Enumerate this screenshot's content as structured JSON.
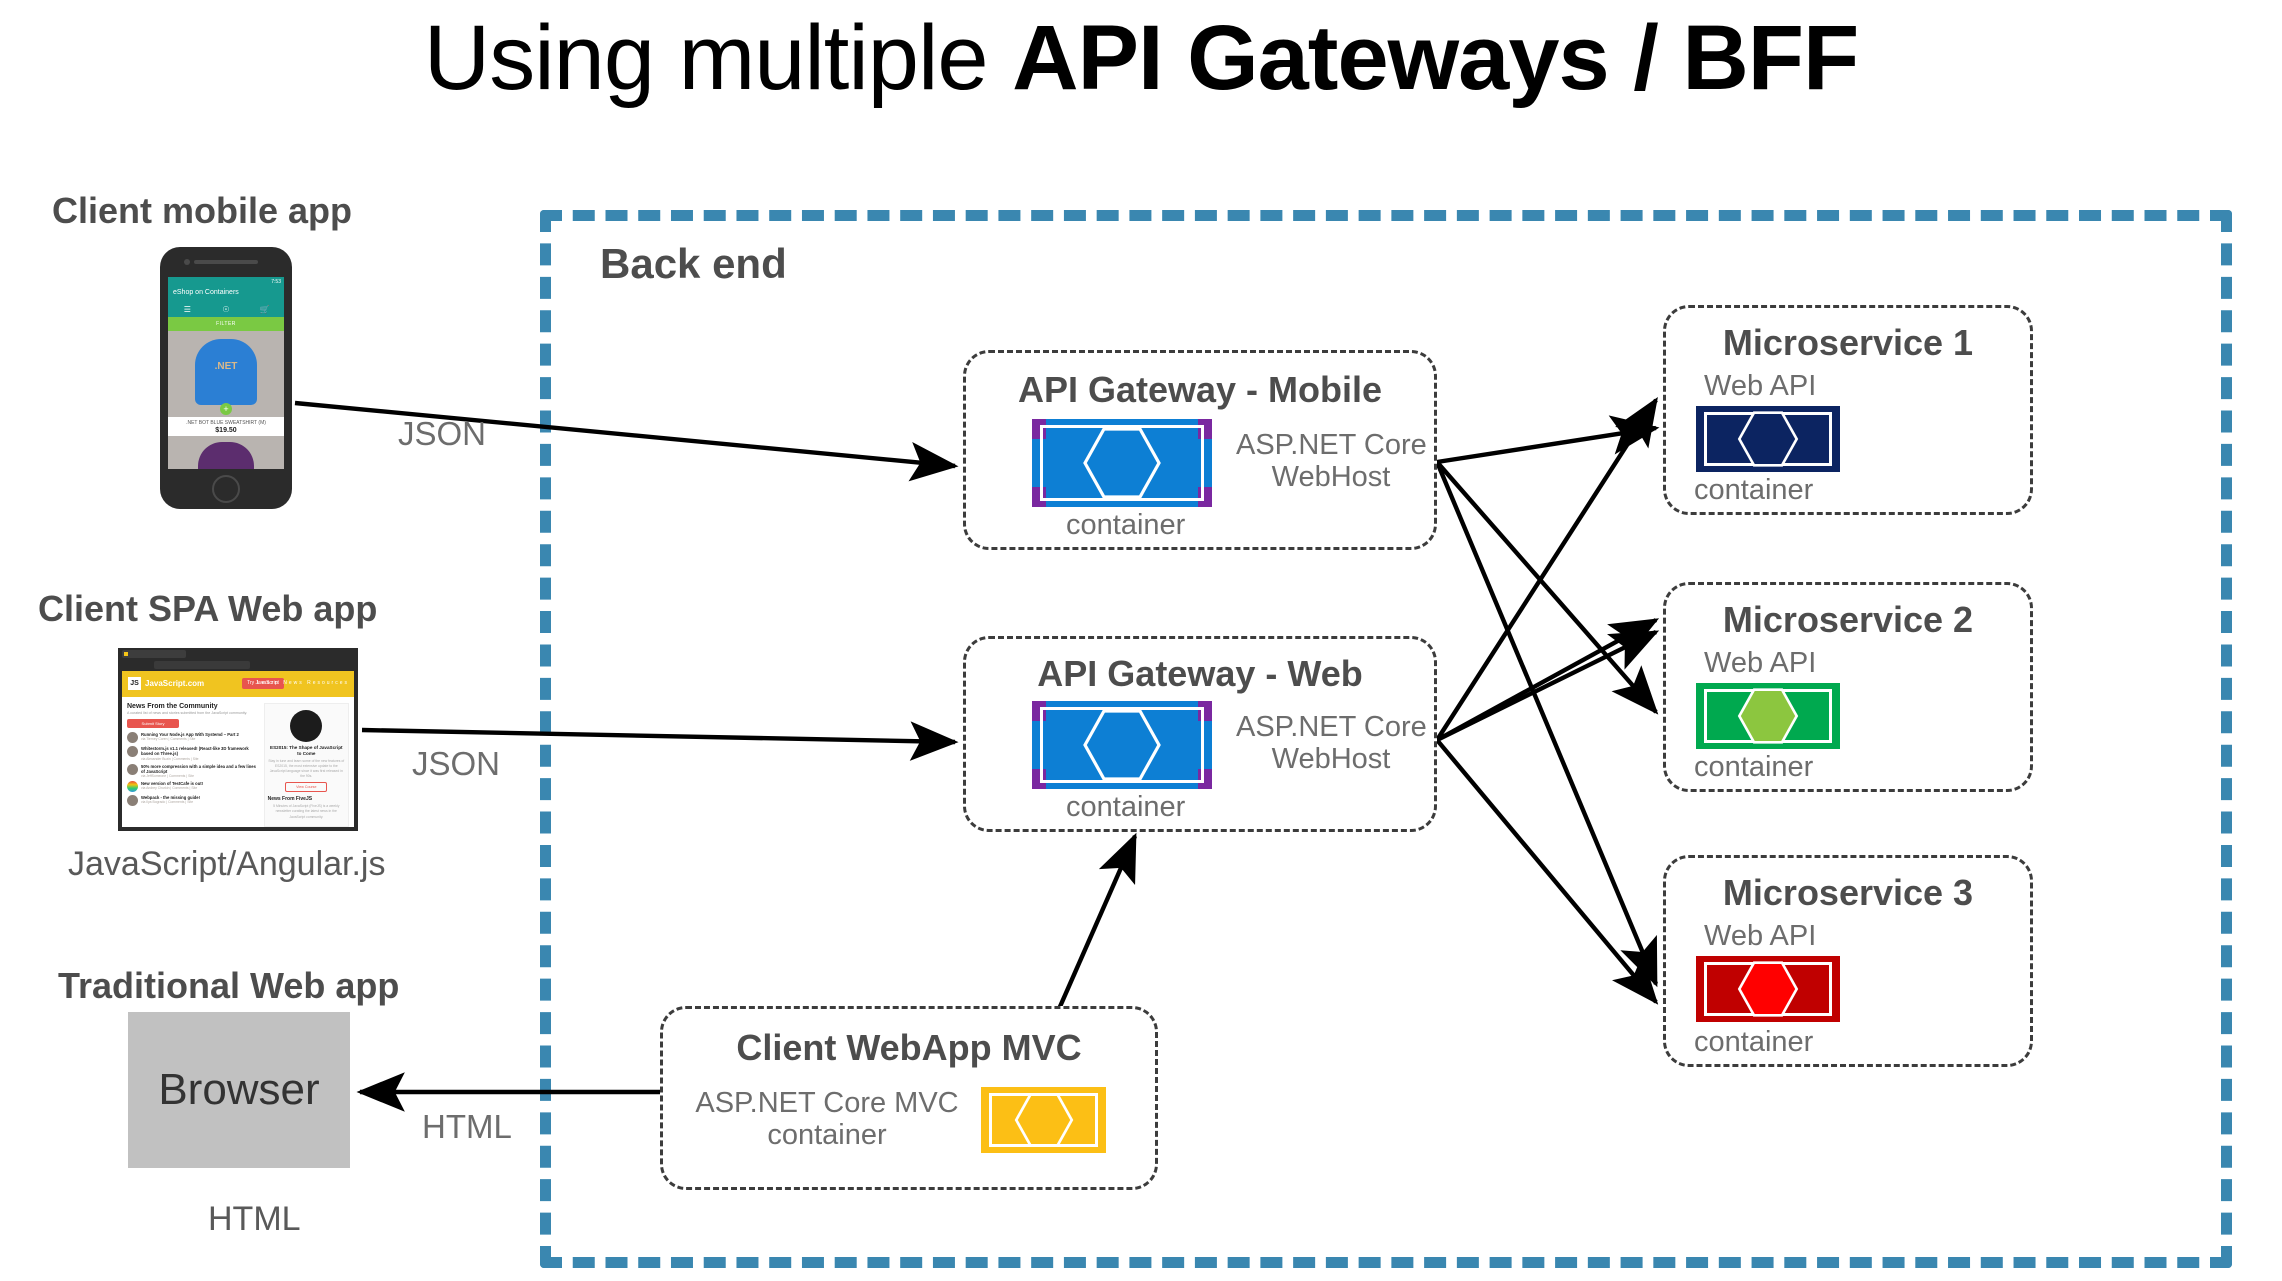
{
  "title": {
    "plain": "Using multiple ",
    "bold": "API Gateways / BFF"
  },
  "backend": {
    "label": "Back end"
  },
  "clients": {
    "mobile": {
      "heading": "Client mobile app",
      "edge_label": "JSON"
    },
    "spa": {
      "heading": "Client SPA Web app",
      "caption": "JavaScript/Angular.js",
      "edge_label": "JSON"
    },
    "traditional": {
      "heading": "Traditional Web app",
      "box_label": "Browser",
      "caption": "HTML",
      "edge_label": "HTML"
    }
  },
  "gateways": [
    {
      "title": "API Gateway - Mobile",
      "runtime_line1": "ASP.NET Core",
      "runtime_line2": "WebHost",
      "container_label": "container",
      "color": "#0d7fd4",
      "bracket": "#7a28a0"
    },
    {
      "title": "API Gateway - Web",
      "runtime_line1": "ASP.NET Core",
      "runtime_line2": "WebHost",
      "container_label": "container",
      "color": "#0d7fd4",
      "bracket": "#7a28a0"
    }
  ],
  "mvc": {
    "title": "Client WebApp MVC",
    "runtime_line1": "ASP.NET Core MVC",
    "runtime_line2": "container",
    "color": "#fcbf15",
    "bracket": "#fcbf15"
  },
  "microservices": [
    {
      "title": "Microservice 1",
      "api_label": "Web API",
      "container_label": "container",
      "color": "#0c2461",
      "hex": "#0c2461",
      "bracket": "#0c2461"
    },
    {
      "title": "Microservice 2",
      "api_label": "Web API",
      "container_label": "container",
      "color": "#00a94f",
      "hex": "#8cc63f",
      "bracket": "#00a94f"
    },
    {
      "title": "Microservice 3",
      "api_label": "Web API",
      "container_label": "container",
      "color": "#c00000",
      "hex": "#ff0000",
      "bracket": "#c00000"
    }
  ],
  "phone": {
    "time": "7:53",
    "app_name": "eShop on Containers",
    "tabs": [
      "☰",
      "☰",
      "☰"
    ],
    "filter": "FILTER",
    "brand": ".NET",
    "product_name": ".NET BOT BLUE SWEATSHIRT (M)",
    "price": "$19.50",
    "plus": "+"
  },
  "spa": {
    "tab_title": "News | JavaScript",
    "logo": "JS",
    "site": "JavaScript.com",
    "cta": "Try JavaScript",
    "nav": "Learn   News   Resources",
    "headline": "News From the Community",
    "subtext": "A curated list of news and stories submitted from the JavaScript community.",
    "submit": "Submit Story",
    "articles": [
      {
        "title": "Running Your Node.js App With Systemd – Part 2",
        "meta": "via Tierney Coren | Comments | Site"
      },
      {
        "title": "Whitestorm.js v1.1 released! (React-like 3D framework based on Three.js)",
        "meta": "via Alexander Buzin | Comments | Site"
      },
      {
        "title": "50% more compression with a simple idea and a few lines of JavaScript",
        "meta": "via JeffSomeone | Comments | Site"
      },
      {
        "title": "New version of TestCafe is out!",
        "meta": "via Andrey Churkin | Comments | Site"
      },
      {
        "title": "Webpack - the missing guide!",
        "meta": "via Ilya Bogrado | Comments | Site"
      }
    ],
    "side_title": "ES2015: The Shape of JavaScript to Come",
    "side_text": "Stay in tune and learn some of the new features of ES2015, the most extensive update to the JavaScript language since it was first released in the 90s.",
    "side_btn": "View Course",
    "side_h2": "News From FiveJS",
    "side_p2": "5 Minutes of JavaScript (FiveJS) is a weekly newsletter curating the latest news in the JavaScript community."
  }
}
